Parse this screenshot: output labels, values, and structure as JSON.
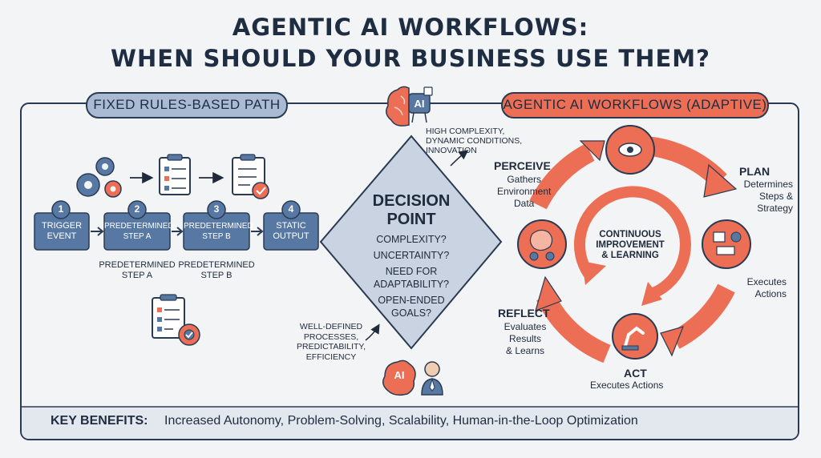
{
  "title": {
    "line1": "AGENTIC AI WORKFLOWS:",
    "line2": "WHEN SHOULD YOUR BUSINESS USE THEM?"
  },
  "fixed_path": {
    "label": "FIXED RULES-BASED PATH",
    "steps": [
      {
        "number": "1",
        "label": "TRIGGER\nEVENT"
      },
      {
        "number": "2",
        "label": "PREDETERMINED\nSTEP A"
      },
      {
        "number": "3",
        "label": "PREDETERMINED\nSTEP B"
      },
      {
        "number": "4",
        "label": "STATIC\nOUTPUT"
      }
    ],
    "caption_a": "PREDETERMINED\nSTEP A",
    "caption_b": "PREDETERMINED\nSTEP B"
  },
  "decision": {
    "badge": "AI",
    "title_1": "DECISION",
    "title_2": "POINT",
    "questions": [
      "COMPLEXITY?",
      "UNCERTAINTY?",
      "NEED FOR\nADAPTABILITY?",
      "OPEN-ENDED\nGOALS?"
    ],
    "high_note": "HIGH COMPLEXITY,\nDYNAMIC CONDITIONS,\nINNOVATION",
    "low_note": "WELL-DEFINED\nPROCESSES,\nPREDICTABILITY,\nEFFICIENCY",
    "bottom_badge": "AI"
  },
  "agentic": {
    "label": "AGENTIC AI WORKFLOWS (ADAPTIVE)",
    "center": "CONTINUOUS\nIMPROVEMENT\n& LEARNING",
    "perceive": {
      "title": "PERCEIVE",
      "desc": "Gathers\nEnvironment\nData"
    },
    "plan": {
      "title": "PLAN",
      "desc": "Determines\nSteps &\nStrategy"
    },
    "execute_side": "Executes\nActions",
    "reflect": {
      "title": "REFLECT",
      "desc": "Evaluates\nResults\n& Learns"
    },
    "act": {
      "title": "ACT",
      "desc": "Executes Actions"
    }
  },
  "benefits": {
    "label": "KEY BENEFITS:",
    "text": "Increased Autonomy, Problem-Solving, Scalability, Human-in-the-Loop Optimization"
  },
  "colors": {
    "navy": "#1e2d42",
    "steel_blue": "#5878a4",
    "pill_blue": "#a9bad3",
    "coral": "#ec6e55",
    "coral_light": "#f6b4a2",
    "diamond": "#c9d3e1"
  }
}
